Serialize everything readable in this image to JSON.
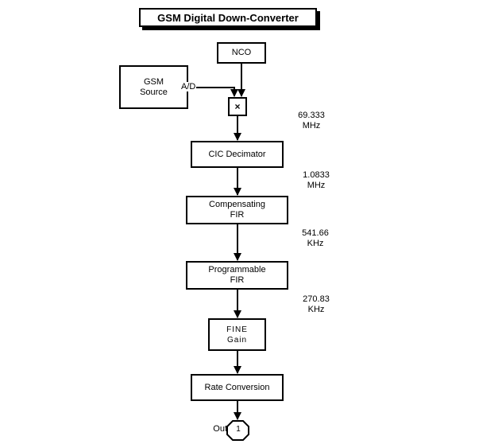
{
  "title": "GSM Digital Down-Converter",
  "blocks": {
    "nco": {
      "label": "NCO"
    },
    "gsm_source": {
      "line1": "GSM",
      "line2": "Source",
      "port": "A/D"
    },
    "multiplier": {
      "symbol": "×"
    },
    "cic_decimator": {
      "label": "CIC Decimator"
    },
    "compensating_fir": {
      "line1": "Compensating",
      "line2": "FIR"
    },
    "programmable_fir": {
      "line1": "Programmable",
      "line2": "FIR"
    },
    "fine_gain": {
      "line1": "FINE",
      "line2": "Gain"
    },
    "rate_conversion": {
      "label": "Rate Conversion"
    },
    "out_port": {
      "label": "Out",
      "number": "1"
    }
  },
  "rate_annotations": [
    {
      "value": "69.333",
      "unit": "MHz"
    },
    {
      "value": "1.0833",
      "unit": "MHz"
    },
    {
      "value": "541.66",
      "unit": "KHz"
    },
    {
      "value": "270.83",
      "unit": "KHz"
    }
  ],
  "colors": {
    "ink": "#000000",
    "background": "#ffffff"
  }
}
